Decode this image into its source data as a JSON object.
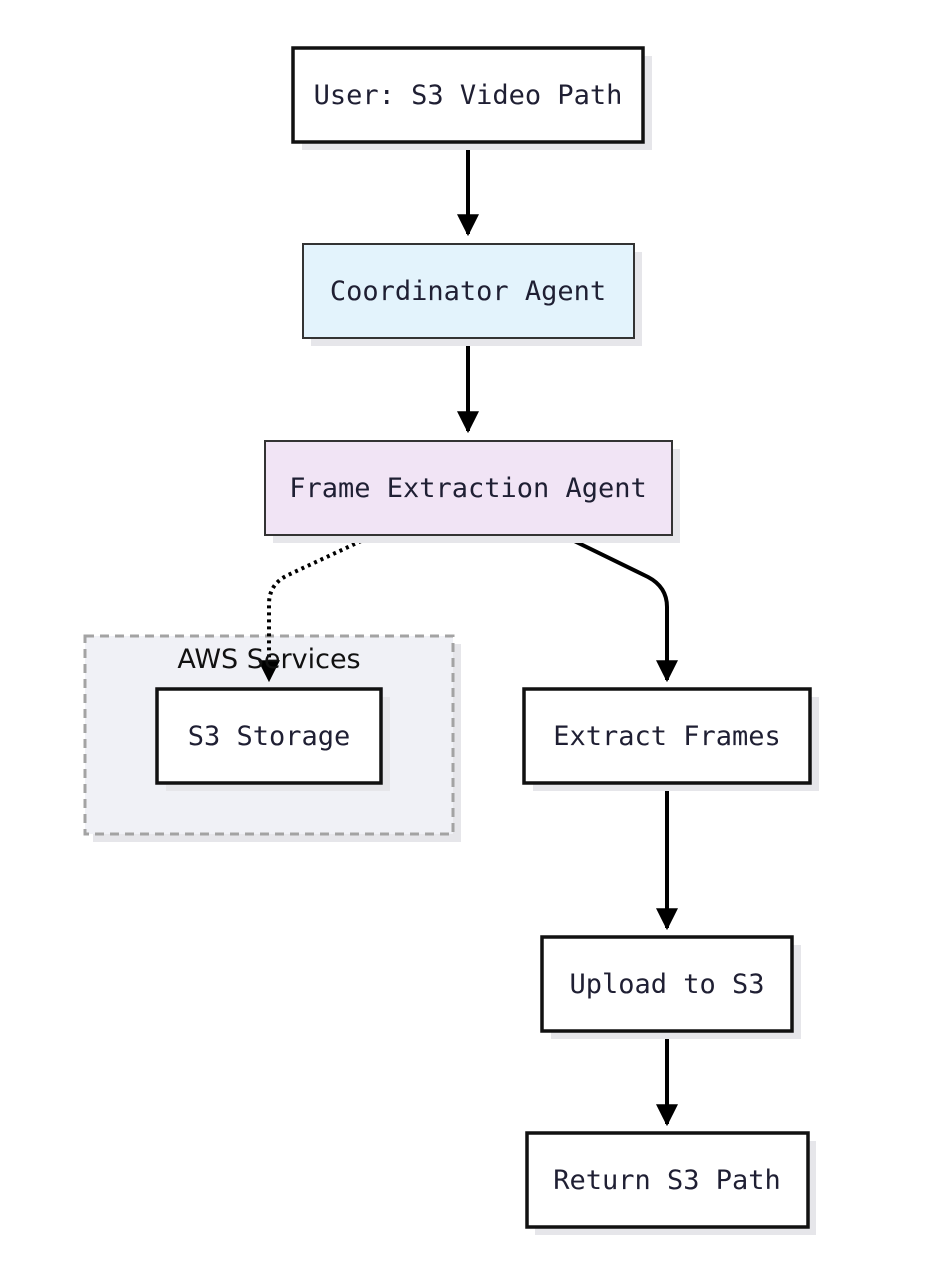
{
  "colors": {
    "node_border": "#111111",
    "node_text": "#1f1f33",
    "shadow": "#e6e6ea",
    "coordinator_fill": "#e3f3fc",
    "extraction_fill": "#f1e4f5",
    "group_fill": "#f0f1f6",
    "group_border": "#a3a3a3",
    "edge": "#000000"
  },
  "nodes": {
    "user": {
      "label": "User: S3 Video Path"
    },
    "coordinator": {
      "label": "Coordinator Agent"
    },
    "extraction": {
      "label": "Frame Extraction Agent"
    },
    "s3storage": {
      "label": "S3 Storage"
    },
    "extract": {
      "label": "Extract Frames"
    },
    "upload": {
      "label": "Upload to S3"
    },
    "return": {
      "label": "Return S3 Path"
    }
  },
  "groups": {
    "aws": {
      "label": "AWS Services"
    }
  },
  "edges": [
    {
      "from": "user",
      "to": "coordinator",
      "style": "solid"
    },
    {
      "from": "coordinator",
      "to": "extraction",
      "style": "solid"
    },
    {
      "from": "extraction",
      "to": "s3storage",
      "style": "dotted"
    },
    {
      "from": "extraction",
      "to": "extract",
      "style": "solid"
    },
    {
      "from": "extract",
      "to": "upload",
      "style": "solid"
    },
    {
      "from": "upload",
      "to": "return",
      "style": "solid"
    }
  ]
}
